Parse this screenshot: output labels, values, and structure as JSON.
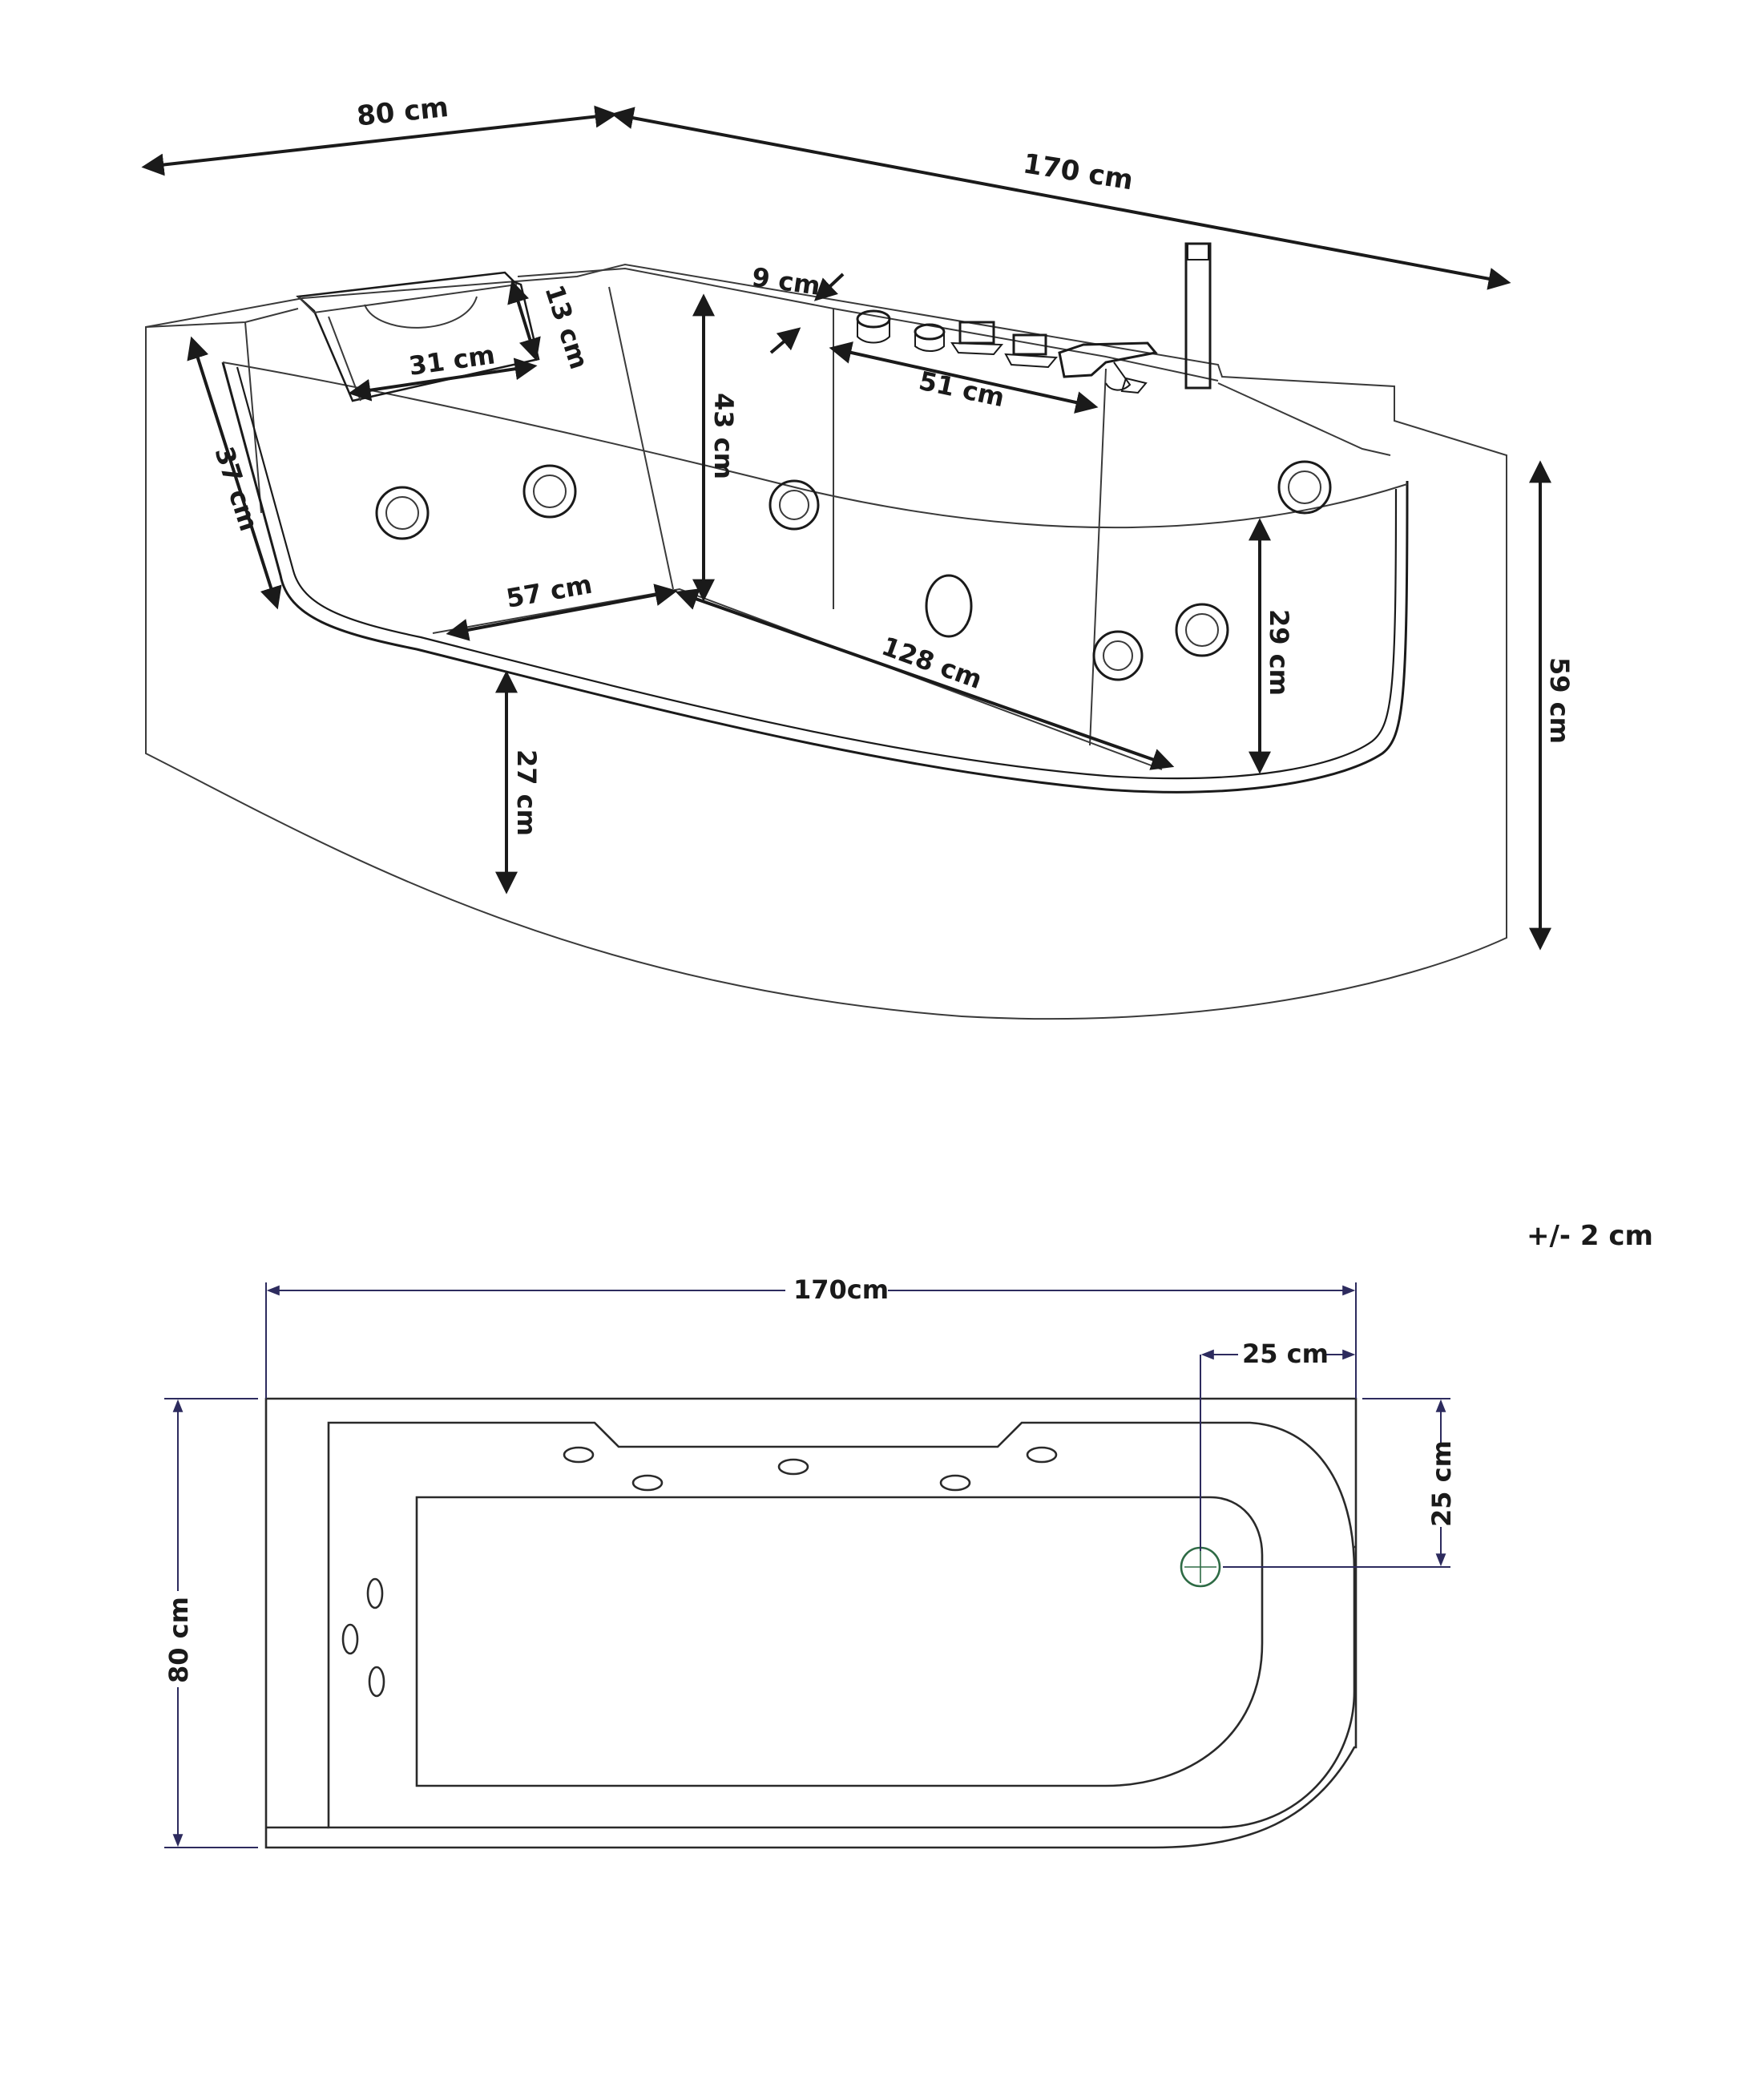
{
  "diagram": {
    "perspective_view": {
      "labels": {
        "width_top": "80 cm",
        "length_top": "170 cm",
        "rim_width": "9 cm",
        "headrest_height": "13 cm",
        "headrest_width": "31 cm",
        "inner_depth": "43 cm",
        "tap_deck": "51 cm",
        "end_height": "37 cm",
        "floor_width": "57 cm",
        "floor_length": "128 cm",
        "glass_height": "29 cm",
        "total_height": "59 cm",
        "base_height": "27 cm"
      }
    },
    "plan_view": {
      "tolerance": "+/- 2 cm",
      "labels": {
        "length": "170cm",
        "width": "80 cm",
        "drain_offset_x": "25 cm",
        "drain_offset_y": "25 cm"
      }
    }
  }
}
